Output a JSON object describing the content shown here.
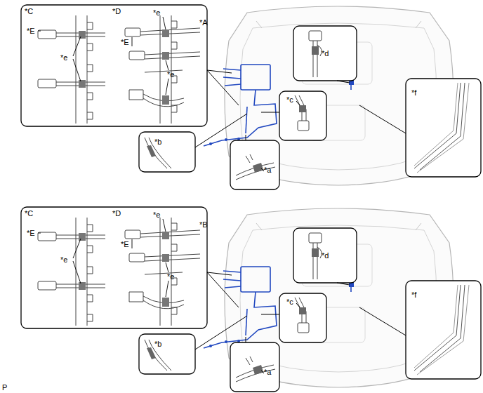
{
  "diagram": {
    "labels": [
      "*C",
      "*D",
      "*e",
      "*A",
      "*E",
      "*E",
      "*e",
      "*e",
      "*d",
      "*c",
      "*f",
      "*b",
      "*a",
      "*C",
      "*D",
      "*e",
      "*B",
      "*E",
      "*E",
      "*e",
      "*e",
      "*d",
      "*c",
      "*f",
      "*b",
      "*a",
      "P"
    ]
  }
}
